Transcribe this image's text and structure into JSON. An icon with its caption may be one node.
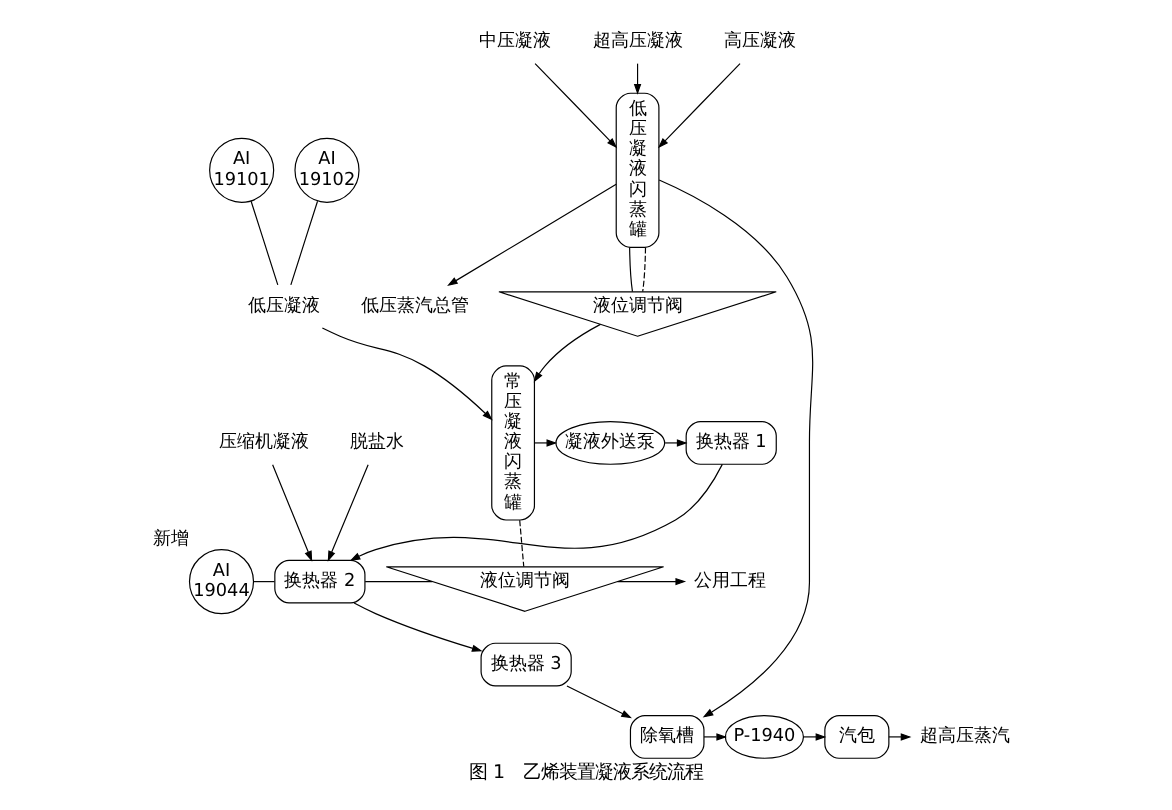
{
  "diagram": {
    "caption": "图 1　乙烯装置凝液系统流程",
    "nodes": [
      {
        "text": [
          "低压蒸汽总管"
        ]
      },
      {
        "text": [
          "中压凝液"
        ]
      },
      {
        "text": [
          "超高压凝液"
        ]
      },
      {
        "text": [
          "高压凝液"
        ]
      },
      {
        "text": [
          "低压凝液闪蒸罐"
        ]
      },
      {
        "text": [
          "除氧槽"
        ]
      },
      {
        "text": [
          "P-1940"
        ]
      },
      {
        "text": [
          "汽包"
        ]
      },
      {
        "text": [
          "超高压蒸汽"
        ]
      },
      {
        "text": [
          "换热器 3"
        ]
      },
      {
        "text": [
          "AI",
          "19101"
        ]
      },
      {
        "text": [
          "低压凝液"
        ]
      },
      {
        "text": [
          "液位调节阀"
        ]
      },
      {
        "text": [
          "AI",
          "19102"
        ]
      },
      {
        "text": [
          "常压凝液闪蒸罐"
        ]
      },
      {
        "text": [
          "换热器 2"
        ]
      },
      {
        "text": [
          "AI",
          "19044"
        ],
        "beside": [
          "新增"
        ]
      },
      {
        "text": [
          "换热器 1"
        ]
      },
      {
        "text": [
          "凝液外送泵"
        ]
      },
      {
        "text": [
          "液位调节阀"
        ]
      },
      {
        "text": [
          "公用工程"
        ]
      },
      {
        "text": [
          "压缩机凝液"
        ]
      },
      {
        "text": [
          "脱盐水"
        ]
      }
    ],
    "edges": [
      {
        "from": 1,
        "to": 4,
        "arrow": "to"
      },
      {
        "from": 2,
        "to": 4,
        "arrow": "to"
      },
      {
        "from": 3,
        "to": 4,
        "arrow": "to"
      },
      {
        "from": 4,
        "to": 0,
        "arrow": "to"
      },
      {
        "from": 4,
        "to": 5,
        "arrow": "to"
      },
      {
        "from": 9,
        "to": 5,
        "arrow": "to"
      },
      {
        "from": 5,
        "to": 6,
        "arrow": "to"
      },
      {
        "from": 6,
        "to": 7,
        "arrow": "to"
      },
      {
        "from": 7,
        "to": 8,
        "arrow": "to"
      },
      {
        "from": 4,
        "to": 12,
        "arrow": "none"
      },
      {
        "from": 4,
        "to": 12,
        "arrow": "none",
        "style": "dashed"
      },
      {
        "from": 12,
        "to": 14,
        "arrow": "to"
      },
      {
        "from": 11,
        "to": 14,
        "arrow": "to"
      },
      {
        "from": 10,
        "to": 11,
        "arrow": "none"
      },
      {
        "from": 13,
        "to": 11,
        "arrow": "none"
      },
      {
        "from": 14,
        "to": 18,
        "arrow": "to"
      },
      {
        "from": 18,
        "to": 17,
        "arrow": "to"
      },
      {
        "from": 17,
        "to": 15,
        "arrow": "to"
      },
      {
        "from": 15,
        "to": 19,
        "arrow": "none"
      },
      {
        "from": 16,
        "to": 15,
        "arrow": "none"
      },
      {
        "from": 14,
        "to": 19,
        "arrow": "none",
        "style": "dashed"
      },
      {
        "from": 19,
        "to": 20,
        "arrow": "to"
      },
      {
        "from": 22,
        "to": 15,
        "arrow": "to"
      },
      {
        "from": 21,
        "to": 15,
        "arrow": "to"
      },
      {
        "from": 15,
        "to": 9,
        "arrow": "to"
      }
    ]
  }
}
